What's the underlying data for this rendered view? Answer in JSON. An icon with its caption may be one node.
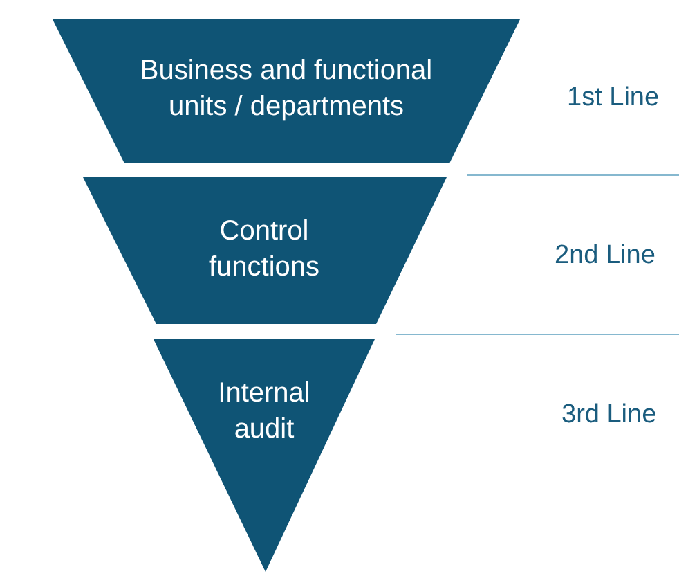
{
  "diagram": {
    "nodes": [
      {
        "text": [
          "Business and functional units / departments"
        ]
      },
      {
        "text": [
          "Control functions"
        ]
      },
      {
        "text": [
          "Internal audit"
        ]
      }
    ],
    "labels": [
      "1st Line",
      "2nd Line",
      "3rd Line"
    ]
  }
}
